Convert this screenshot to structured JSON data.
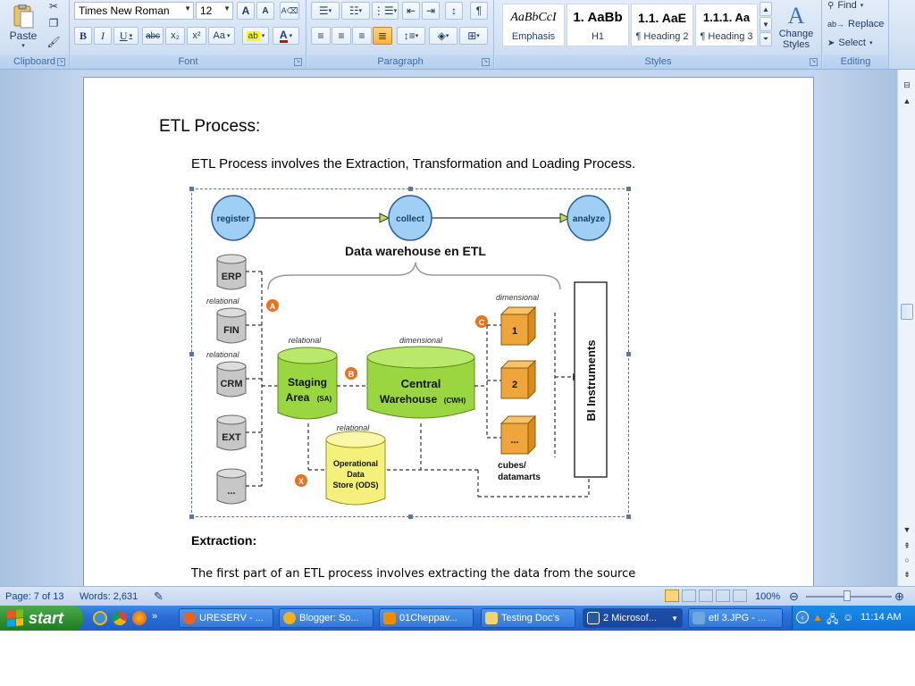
{
  "ribbon": {
    "clipboard": {
      "label": "Clipboard",
      "paste_label": "Paste"
    },
    "font": {
      "label": "Font",
      "font_name": "Times New Roman",
      "font_size": "12",
      "bold": "B",
      "italic": "I",
      "underline": "U",
      "strikethrough": "abc",
      "subscript": "x₂",
      "superscript": "x²",
      "change_case": "Aa",
      "grow": "A",
      "shrink": "A"
    },
    "paragraph": {
      "label": "Paragraph"
    },
    "styles": {
      "label": "Styles",
      "cards": [
        {
          "sample": "AaBbCcI",
          "name": "Emphasis"
        },
        {
          "sample": "1.  AaBb",
          "name": "H1"
        },
        {
          "sample": "1.1.  AaE",
          "name": "¶ Heading 2"
        },
        {
          "sample": "1.1.1.  Aa",
          "name": "¶ Heading 3"
        }
      ],
      "change_styles": "Change Styles"
    },
    "editing": {
      "label": "Editing",
      "find": "Find",
      "replace": "Replace",
      "select": "Select"
    }
  },
  "document": {
    "heading": "ETL Process:",
    "intro": "ETL Process involves the Extraction, Transformation and Loading Process.",
    "extraction_heading": "Extraction:",
    "extraction_text": "The first part of an ETL process involves extracting the data from the source"
  },
  "diagram": {
    "steps": [
      "register",
      "collect",
      "analyze"
    ],
    "title": "Data warehouse en ETL",
    "sources": [
      "ERP",
      "FIN",
      "CRM",
      "EXT",
      "..."
    ],
    "relational_label": "relational",
    "dimensional_label": "dimensional",
    "staging": {
      "line1": "Staging",
      "line2": "Area",
      "abbr": "(SA)"
    },
    "central": {
      "line1": "Central",
      "line2": "Warehouse",
      "abbr": "(CWH)"
    },
    "ods": {
      "line1": "Operational",
      "line2": "Data",
      "line3": "Store (ODS)"
    },
    "cubes": [
      "1",
      "2",
      "..."
    ],
    "cubes_label_1": "cubes/",
    "cubes_label_2": "datamarts",
    "bi_label": "BI Instruments",
    "markers": [
      "A",
      "B",
      "C",
      "X"
    ]
  },
  "status": {
    "page": "Page: 7 of 13",
    "words": "Words: 2,631",
    "zoom": "100%"
  },
  "taskbar": {
    "start": "start",
    "tasks": [
      {
        "label": "URESERV - ...",
        "icon_color": "#e8641c"
      },
      {
        "label": "Blogger: So...",
        "icon_color": "#f2b01e"
      },
      {
        "label": "01Cheppav...",
        "icon_color": "#f08a00"
      },
      {
        "label": "Testing Doc's",
        "icon_color": "#f3d36a"
      },
      {
        "label": "2 Microsof...",
        "icon_color": "#2b5797"
      },
      {
        "label": "etl 3.JPG - ...",
        "icon_color": "#6fa8dc"
      }
    ],
    "clock": "11:14 AM"
  }
}
